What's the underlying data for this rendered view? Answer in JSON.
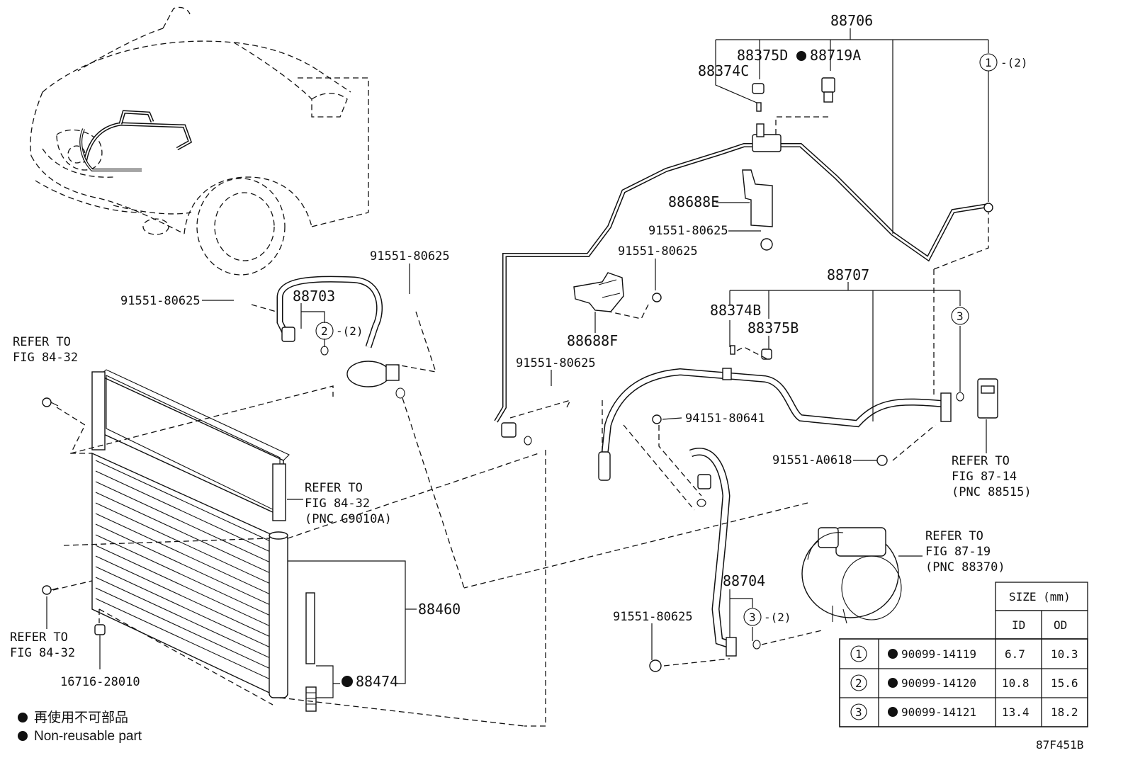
{
  "diagram_code": "87F451B",
  "labels": {
    "p88706": "88706",
    "p88375D": "88375D",
    "p88719A": "88719A",
    "p88374C": "88374C",
    "p88688E": "88688E",
    "p91551_a": "91551-80625",
    "p91551_b": "91551-80625",
    "p91551_c": "91551-80625",
    "p91551_d": "91551-80625",
    "p91551_e": "91551-80625",
    "p91551_f": "91551-80625",
    "p88688F": "88688F",
    "p88707": "88707",
    "p88374B": "88374B",
    "p88375B": "88375B",
    "p94151": "94151-80641",
    "p91551_A0618": "91551-A0618",
    "p88703": "88703",
    "p88704": "88704",
    "p88460": "88460",
    "p88474": "88474",
    "p16716": "16716-28010"
  },
  "circle_refs": {
    "c1_num": "1",
    "c1_qty": "-(2)",
    "c2_num": "2",
    "c2_qty": "-(2)",
    "c3a_num": "3",
    "c3b_num": "3",
    "c3b_qty": "-(2)"
  },
  "refer_to": {
    "r1": [
      "REFER TO",
      "FIG 84-32"
    ],
    "r2": [
      "REFER TO",
      "FIG 84-32",
      "(PNC G9010A)"
    ],
    "r3": [
      "REFER TO",
      "FIG 84-32"
    ],
    "r4": [
      "REFER TO",
      "FIG 87-14",
      "(PNC 88515)"
    ],
    "r5": [
      "REFER TO",
      "FIG 87-19",
      "(PNC 88370)"
    ]
  },
  "legend": {
    "line1": "再使用不可部品",
    "line2": "Non-reusable part"
  },
  "size_table": {
    "title": "SIZE (mm)",
    "col_id": "ID",
    "col_od": "OD",
    "rows": [
      {
        "num": "1",
        "part": "90099-14119",
        "id": "6.7",
        "od": "10.3"
      },
      {
        "num": "2",
        "part": "90099-14120",
        "id": "10.8",
        "od": "15.6"
      },
      {
        "num": "3",
        "part": "90099-14121",
        "id": "13.4",
        "od": "18.2"
      }
    ]
  }
}
